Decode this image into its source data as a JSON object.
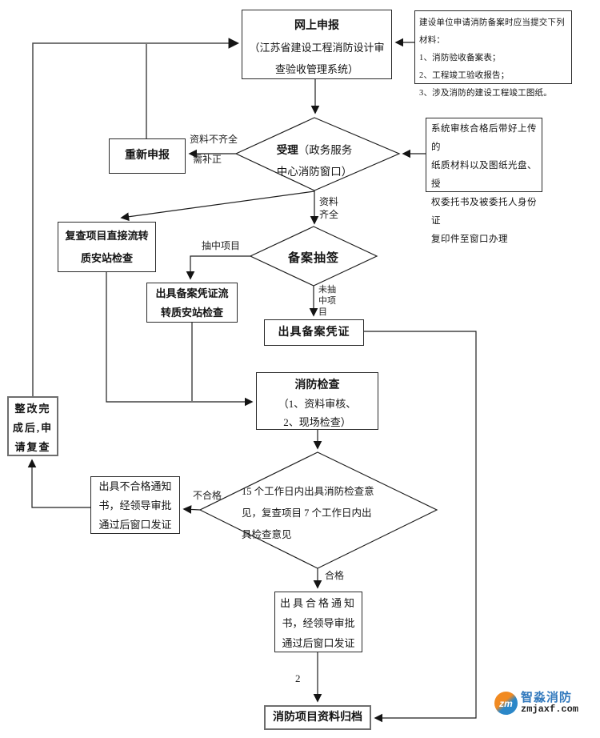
{
  "nodes": {
    "online_declare": {
      "title": "网上申报",
      "line1": "（江苏省建设工程消防设计审",
      "line2": "查验收管理系统）"
    },
    "materials": {
      "title": "建设单位申请消防备案时应当提交下列材料：",
      "item1": "1、消防验收备案表；",
      "item2": "2、工程竣工验收报告；",
      "item3": "3、涉及消防的建设工程竣工图纸。"
    },
    "system_note": {
      "line1": "系统审核合格后带好上传的",
      "line2": "纸质材料以及图纸光盘、授",
      "line3": "权委托书及被委托人身份证",
      "line4": "复印件至窗口办理"
    },
    "redeclare": {
      "label": "重新申报"
    },
    "accept": {
      "bold": "受理",
      "line1_rest": "（政务服务",
      "line2": "中心消防窗口）"
    },
    "recheck_direct": {
      "line1": "复查项目直接流转",
      "line2": "质安站检查"
    },
    "lottery": {
      "label": "备案抽签"
    },
    "issue_flow": {
      "line1": "出具备案凭证流",
      "line2": "转质安站检查"
    },
    "issue_cert": {
      "label": "出具备案凭证"
    },
    "fire_check": {
      "title": "消防检查",
      "line1": "（1、资料审核、",
      "line2": "2、现场检查）"
    },
    "rectify": {
      "line1": "整改完",
      "line2": "成后,申",
      "line3": "请复查"
    },
    "deadline": {
      "line1": "15 个工作日内出具消防检查意",
      "line2": "见，复查项目 7 个工作日内出",
      "line3": "具检查意见"
    },
    "fail_notice": {
      "line1": "出具不合格通知",
      "line2": "书，经领导审批",
      "line3": "通过后窗口发证"
    },
    "pass_notice": {
      "line1": "出具合格通知",
      "line2": "书，经领导审批",
      "line3": "通过后窗口发证"
    },
    "archive": {
      "label": "消防项目资料归档"
    }
  },
  "labels": {
    "incomplete_top": "资料不齐全",
    "incomplete_bottom": "需补正",
    "complete_top": "资料",
    "complete_bottom": "齐全",
    "drawn": "抽中项目",
    "not_drawn_1": "未抽",
    "not_drawn_2": "中项",
    "not_drawn_3": "目",
    "fail": "不合格",
    "pass": "合格",
    "page_number": "2"
  },
  "footer": {
    "monogram": "zm",
    "brand": "智淼消防",
    "domain": "zmjaxf.com"
  },
  "colors": {
    "line": "#1f1f1f",
    "brand_blue": "#3279bd",
    "brand_orange": "#f18a21",
    "gray_border": "#6e6e6e"
  }
}
